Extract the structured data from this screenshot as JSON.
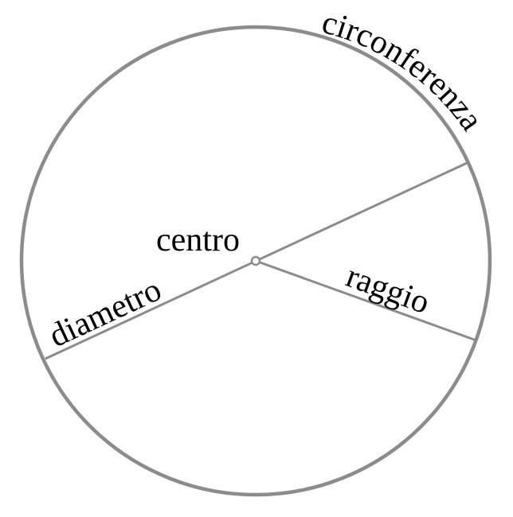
{
  "labels": {
    "circumference": "circonferenza",
    "center": "centro",
    "diameter": "diametro",
    "radius": "raggio"
  },
  "colors": {
    "stroke": "#8c8c8c",
    "text": "#000000"
  }
}
